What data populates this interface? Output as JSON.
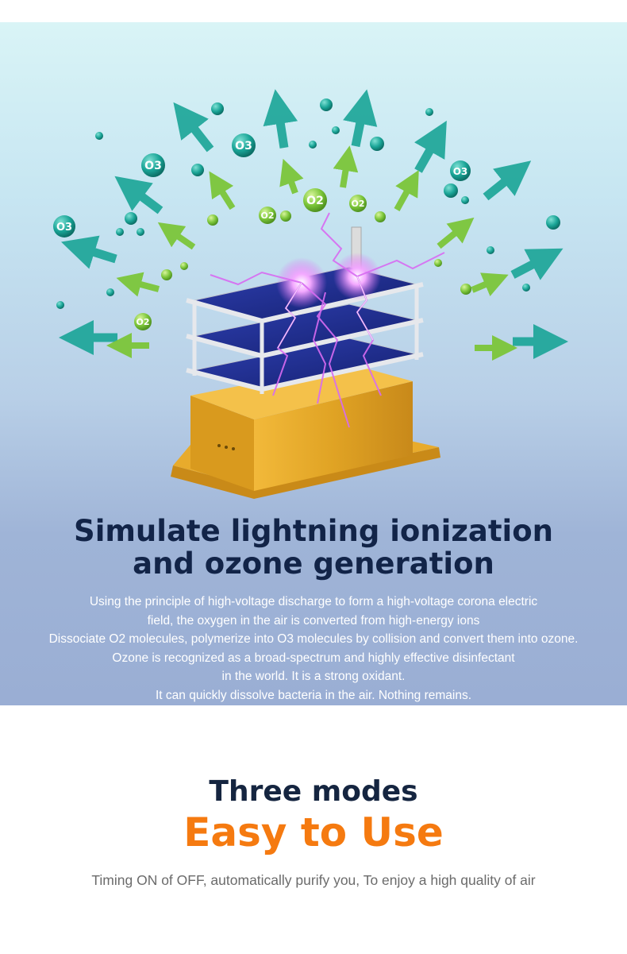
{
  "hero": {
    "headline_line1": "Simulate lightning ionization",
    "headline_line2": "and ozone generation",
    "description": [
      "Using the principle of high-voltage discharge to form a high-voltage corona electric",
      "field, the oxygen in the air is converted from high-energy ions",
      "Dissociate O2 molecules, polymerize into O3 molecules by collision and convert them into ozone.",
      "Ozone is recognized as a broad-spectrum and highly effective disinfectant",
      "in the world. It is a strong oxidant.",
      "It can quickly dissolve bacteria in the air. Nothing remains."
    ],
    "o3_label": "O3",
    "o2_label": "O2",
    "colors": {
      "headline": "#122448",
      "teal_molecule": "#1aa597",
      "green_molecule": "#7cc63a",
      "device_body": "#e0a324",
      "plate": "#1c2a8c",
      "spark": "#d86bf2"
    }
  },
  "modes": {
    "title": "Three modes",
    "subtitle": "Easy to Use",
    "tagline": "Timing ON of OFF, automatically purify you, To enjoy a high quality of air",
    "colors": {
      "title": "#152540",
      "subtitle": "#f57a10",
      "tagline": "#6b6b6b"
    }
  }
}
